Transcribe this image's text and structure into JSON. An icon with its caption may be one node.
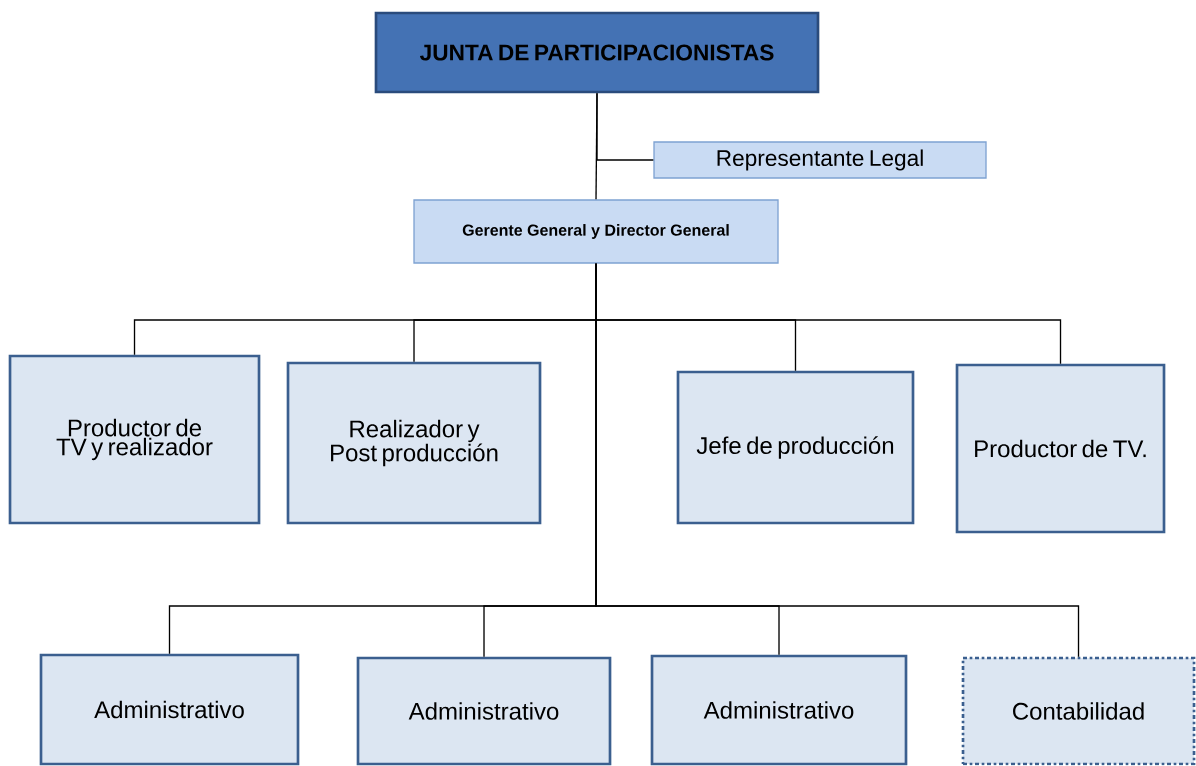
{
  "diagram": {
    "nodes": [
      {
        "text": [
          "JUNTA DE PARTICIPACIONISTAS"
        ]
      },
      {
        "text": [
          "Representante Legal"
        ]
      },
      {
        "text": [
          "Gerente General y Director General"
        ]
      },
      {
        "text": [
          "Productor de TV y realizador"
        ]
      },
      {
        "text": [
          "Realizador y Post producción"
        ]
      },
      {
        "text": [
          "Jefe de producción"
        ]
      },
      {
        "text": [
          "Productor de TV."
        ]
      },
      {
        "text": [
          "Administrativo"
        ]
      },
      {
        "text": [
          "Administrativo"
        ]
      },
      {
        "text": [
          "Administrativo"
        ]
      },
      {
        "text": [
          "Contabilidad"
        ]
      }
    ],
    "edges": [
      {
        "from": 0,
        "to": 1,
        "arrow": "none"
      },
      {
        "from": 0,
        "to": 2,
        "arrow": "none"
      },
      {
        "from": 2,
        "to": 3,
        "arrow": "none"
      },
      {
        "from": 2,
        "to": 4,
        "arrow": "none"
      },
      {
        "from": 2,
        "to": 5,
        "arrow": "none"
      },
      {
        "from": 2,
        "to": 6,
        "arrow": "none"
      },
      {
        "from": 2,
        "to": 7,
        "arrow": "none"
      },
      {
        "from": 2,
        "to": 8,
        "arrow": "none"
      },
      {
        "from": 2,
        "to": 9,
        "arrow": "none"
      },
      {
        "from": 2,
        "to": 10,
        "arrow": "none"
      }
    ]
  }
}
